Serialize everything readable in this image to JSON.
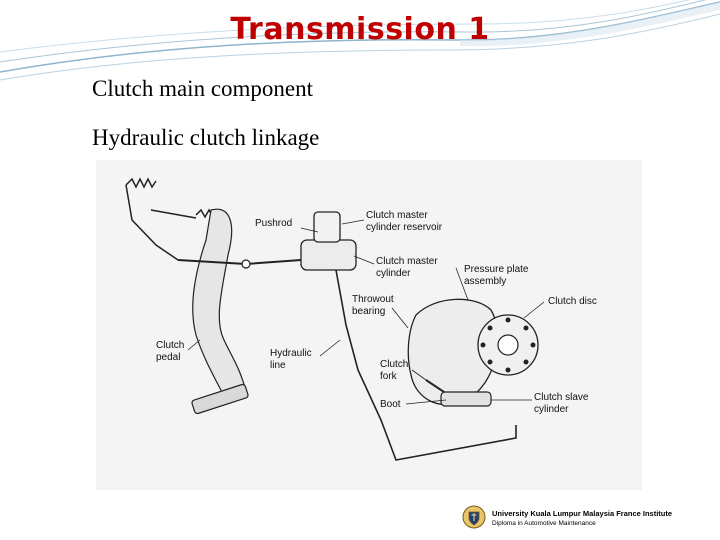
{
  "slide": {
    "title": "Transmission 1",
    "title_color": "#c00000",
    "subtitle_main": "Clutch main component",
    "subtitle_sub": "Hydraulic clutch linkage"
  },
  "diagram": {
    "labels": {
      "pushrod": "Pushrod",
      "reservoir_1": "Clutch master",
      "reservoir_2": "cylinder reservoir",
      "master_1": "Clutch master",
      "master_2": "cylinder",
      "pressure_1": "Pressure plate",
      "pressure_2": "assembly",
      "throwout_1": "Throwout",
      "throwout_2": "bearing",
      "disc": "Clutch disc",
      "pedal_1": "Clutch",
      "pedal_2": "pedal",
      "hydraulic_1": "Hydraulic",
      "hydraulic_2": "line",
      "fork_1": "Clutch",
      "fork_2": "fork",
      "boot": "Boot",
      "slave_1": "Clutch slave",
      "slave_2": "cylinder"
    }
  },
  "footer": {
    "institution": "University Kuala Lumpur Malaysia France Institute",
    "program": "Diploma in Automotive Maintenance"
  },
  "colors": {
    "swoosh": "#8fb4cc"
  }
}
